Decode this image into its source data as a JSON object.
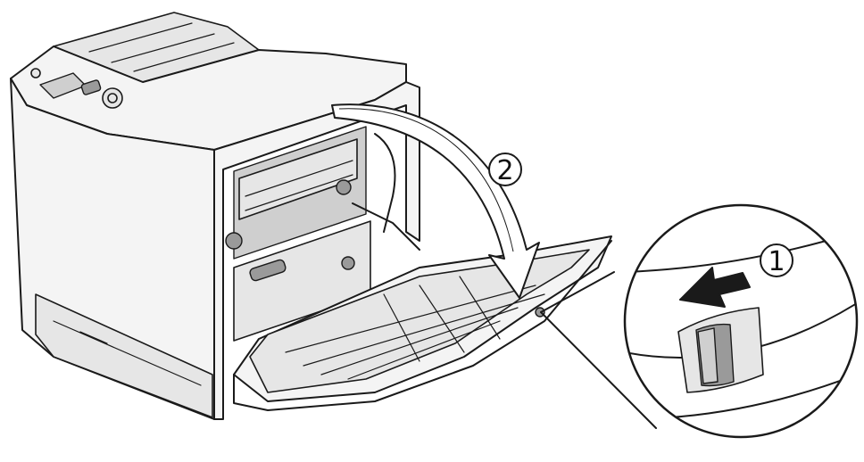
{
  "figure": {
    "step_1_label": "1",
    "step_2_label": "2",
    "icons": [
      "printer-illustration",
      "open-cover-arrow-icon",
      "release-lever-arrow-icon",
      "magnifier-callout-icon",
      "release-lever-icon"
    ]
  }
}
